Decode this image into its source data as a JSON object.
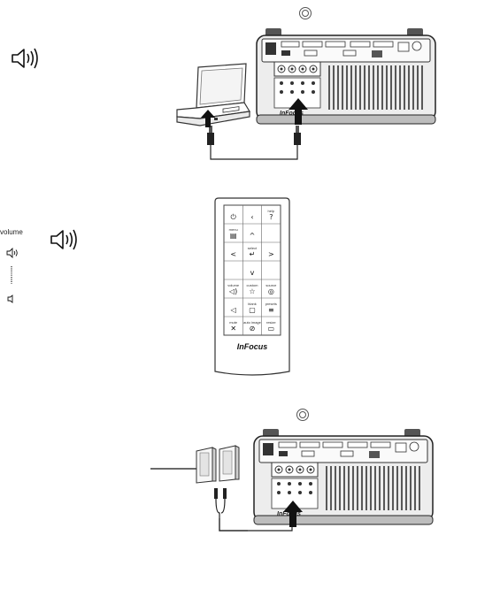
{
  "icons": {
    "speaker_large_1": "speaker-icon",
    "speaker_large_2": "speaker-icon",
    "volume_up": "speaker-loud-icon",
    "volume_down": "speaker-soft-icon",
    "sensor": "circle-sensor-icon"
  },
  "volume_scale": {
    "label": "volume"
  },
  "projector": {
    "brand": "InFocus"
  },
  "remote": {
    "brand": "InFocus",
    "rows": [
      [
        {
          "label": "",
          "glyph": "⏻",
          "name": "power-button"
        },
        {
          "label": "",
          "glyph": "‹",
          "name": "left-arrow-top-button"
        },
        {
          "label": "help",
          "glyph": "?",
          "name": "help-button"
        }
      ],
      [
        {
          "label": "menu",
          "glyph": "▤",
          "name": "menu-button"
        },
        {
          "label": "",
          "glyph": "^",
          "name": "up-button"
        },
        {
          "label": "",
          "glyph": "",
          "name": "blank-button"
        }
      ],
      [
        {
          "label": "",
          "glyph": "<",
          "name": "left-button"
        },
        {
          "label": "select",
          "glyph": "↵",
          "name": "select-button"
        },
        {
          "label": "",
          "glyph": ">",
          "name": "right-button"
        }
      ],
      [
        {
          "label": "",
          "glyph": "",
          "name": "blank-button-2"
        },
        {
          "label": "",
          "glyph": "v",
          "name": "down-button"
        },
        {
          "label": "",
          "glyph": "",
          "name": "blank-button-3"
        }
      ],
      [
        {
          "label": "volume",
          "glyph": "◁)",
          "name": "volume-up-button"
        },
        {
          "label": "custom",
          "glyph": "☆",
          "name": "custom-button"
        },
        {
          "label": "source",
          "glyph": "◎",
          "name": "source-button"
        }
      ],
      [
        {
          "label": "",
          "glyph": "◁",
          "name": "volume-down-button"
        },
        {
          "label": "blank",
          "glyph": "▢",
          "name": "blank-screen-button"
        },
        {
          "label": "presets",
          "glyph": "≡",
          "name": "presets-button"
        }
      ],
      [
        {
          "label": "mute",
          "glyph": "✕",
          "name": "mute-button"
        },
        {
          "label": "auto image",
          "glyph": "⊘",
          "name": "auto-image-button"
        },
        {
          "label": "resize",
          "glyph": "▭",
          "name": "resize-button"
        }
      ]
    ]
  }
}
